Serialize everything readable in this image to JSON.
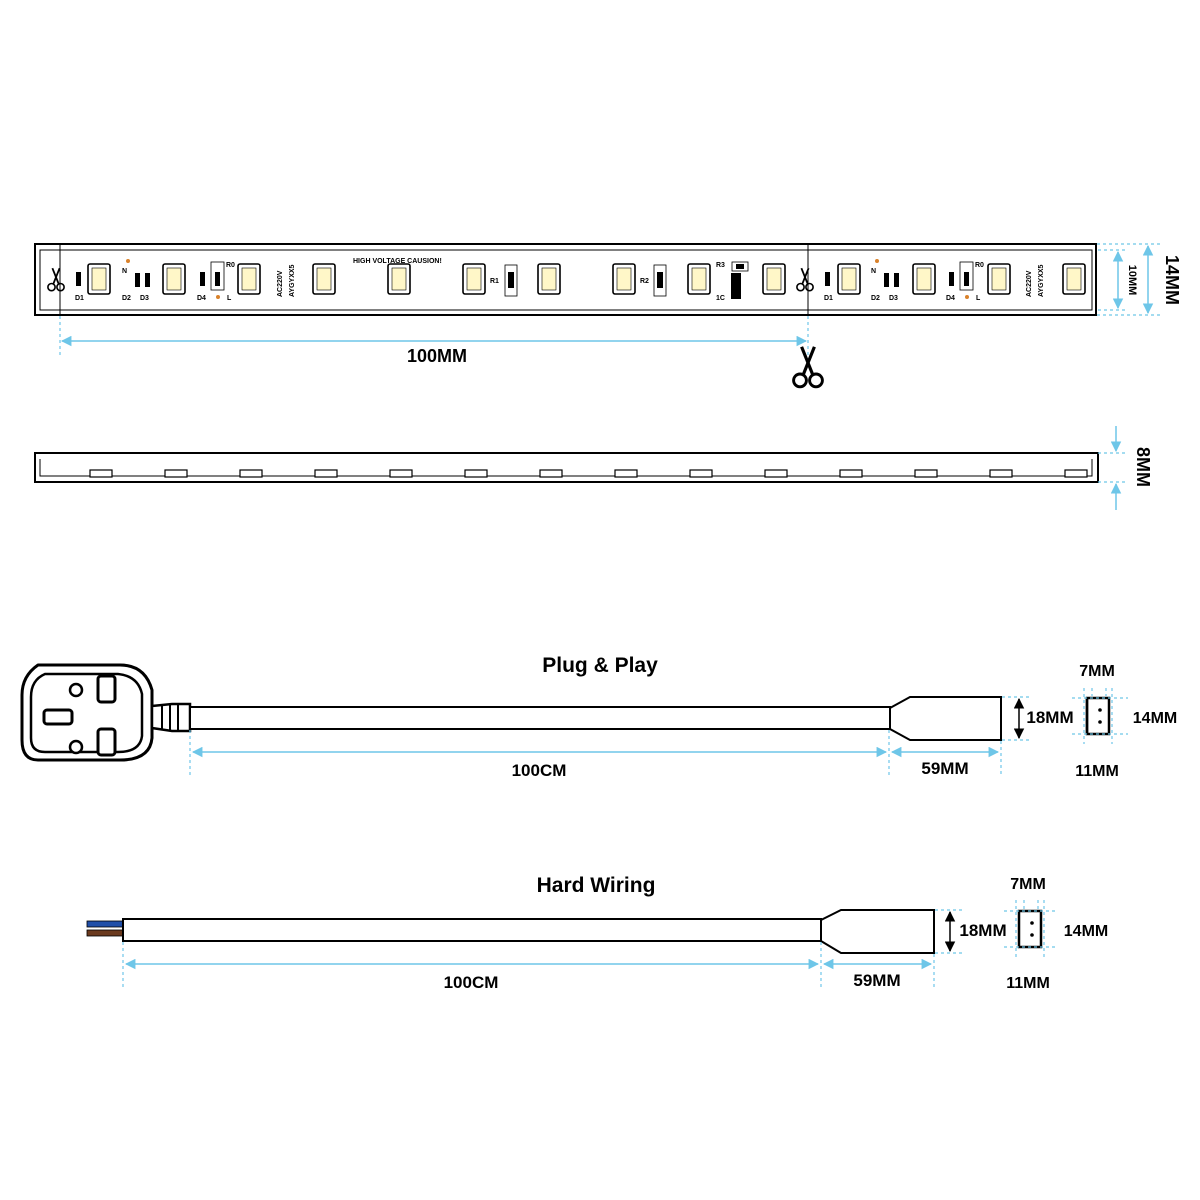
{
  "strip": {
    "length_label": "100MM",
    "height_outer_label": "14MM",
    "height_inner_label": "10MM",
    "warning": "HIGH VOLTAGE CAUSION!",
    "chip_text_1": "AC220V",
    "chip_text_2": "AYGYXX5",
    "labels": {
      "d1": "D1",
      "d2": "D2",
      "d3": "D3",
      "d4": "D4",
      "n": "N",
      "l": "L",
      "r0": "R0",
      "r1": "R1",
      "r2": "R2",
      "r3": "R3",
      "c1": "1C"
    }
  },
  "profile": {
    "thickness_label": "8MM"
  },
  "plug_play": {
    "title": "Plug & Play",
    "cable_label": "100CM",
    "connector_length_label": "59MM",
    "connector_height_label": "18MM",
    "end_top_label": "7MM",
    "end_right_label": "14MM",
    "end_bottom_label": "11MM"
  },
  "hard_wiring": {
    "title": "Hard Wiring",
    "cable_label": "100CM",
    "connector_length_label": "59MM",
    "connector_height_label": "18MM",
    "end_top_label": "7MM",
    "end_right_label": "14MM",
    "end_bottom_label": "11MM"
  },
  "colors": {
    "dimension": "#6ec6e8",
    "wire_blue": "#1f4ea8",
    "wire_brown": "#6b3a1e",
    "dot_orange": "#d9822b"
  }
}
